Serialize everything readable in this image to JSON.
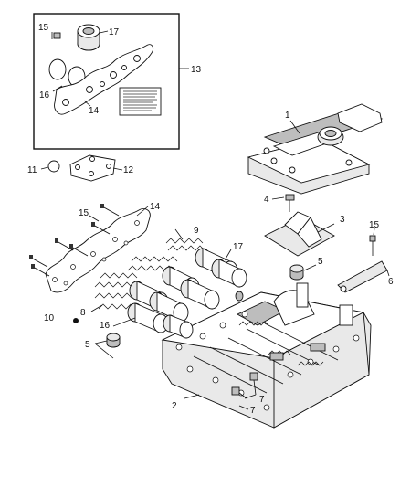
{
  "callouts": {
    "c1": "1",
    "c2": "2",
    "c3": "3",
    "c4": "4",
    "c5a": "5",
    "c5b": "5",
    "c6": "6",
    "c7a": "7",
    "c7b": "7",
    "c8": "8",
    "c9": "9",
    "c10": "10",
    "c11": "11",
    "c12": "12",
    "c13": "13",
    "c14a": "14",
    "c14b": "14",
    "c15a": "15",
    "c15b": "15",
    "c15c": "15",
    "c16a": "16",
    "c16b": "16",
    "c17a": "17",
    "c17b": "17"
  }
}
